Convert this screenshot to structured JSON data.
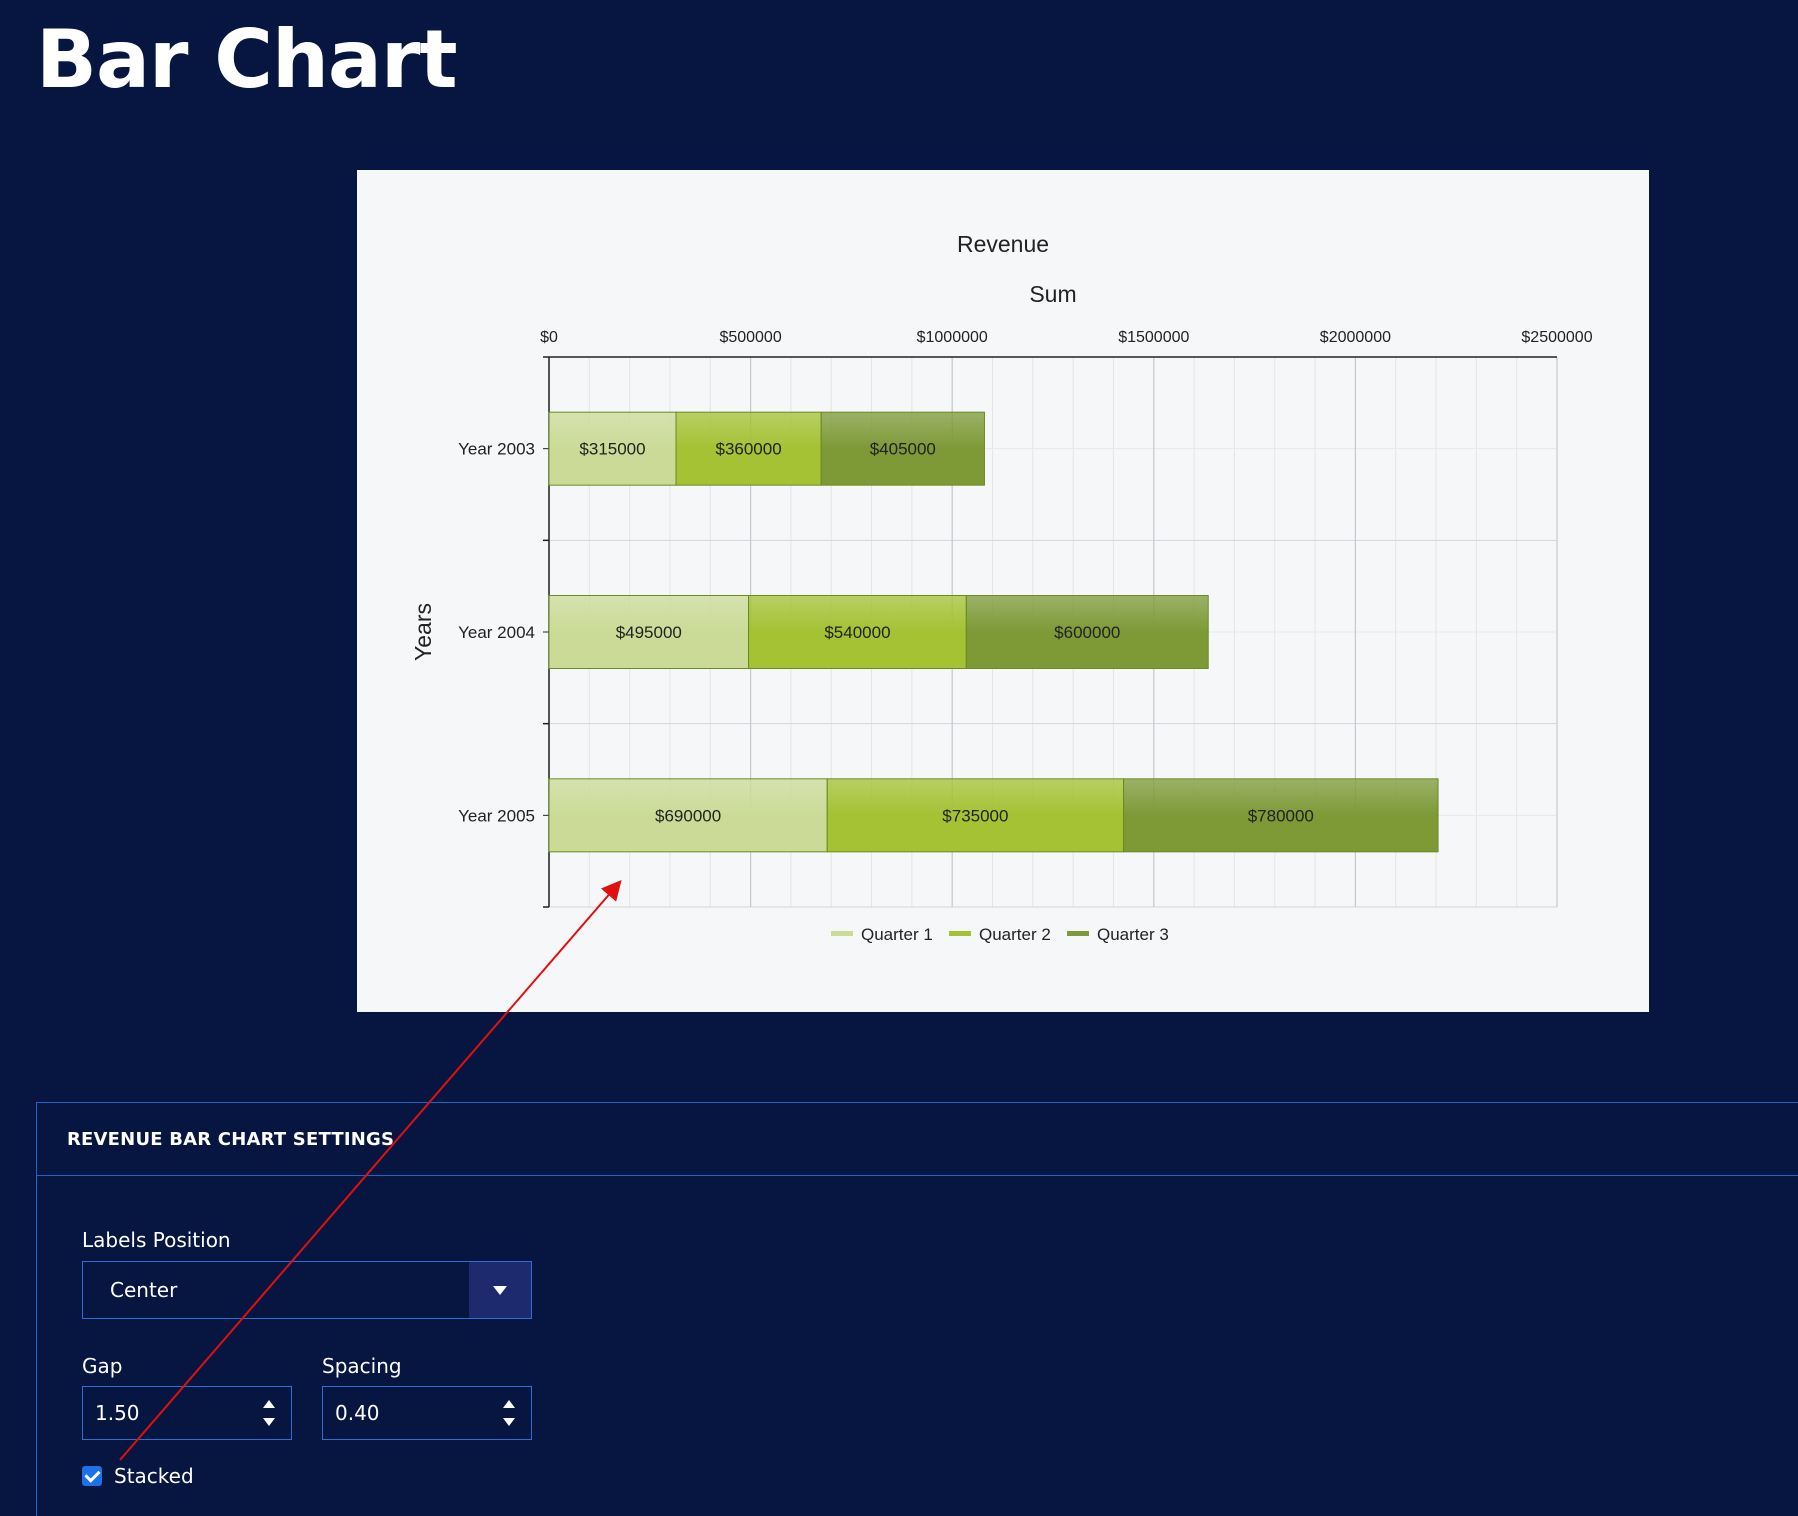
{
  "page": {
    "title": "Bar Chart"
  },
  "chart_data": {
    "type": "bar",
    "orientation": "horizontal",
    "stacked": true,
    "title": "Revenue",
    "xlabel": "Sum",
    "ylabel": "Years",
    "categories": [
      "Year 2003",
      "Year 2004",
      "Year 2005"
    ],
    "series": [
      {
        "name": "Quarter 1",
        "values": [
          315000,
          495000,
          690000
        ],
        "labels": [
          "$315000",
          "$495000",
          "$690000"
        ],
        "color": "#cbdb97"
      },
      {
        "name": "Quarter 2",
        "values": [
          360000,
          540000,
          735000
        ],
        "labels": [
          "$360000",
          "$540000",
          "$735000"
        ],
        "color": "#a4c233"
      },
      {
        "name": "Quarter 3",
        "values": [
          405000,
          600000,
          780000
        ],
        "labels": [
          "$405000",
          "$600000",
          "$780000"
        ],
        "color": "#7d9a37"
      }
    ],
    "xlim": [
      0,
      2500000
    ],
    "x_ticks": [
      0,
      500000,
      1000000,
      1500000,
      2000000,
      2500000
    ],
    "x_tick_labels": [
      "$0",
      "$500000",
      "$1000000",
      "$1500000",
      "$2000000",
      "$2500000"
    ],
    "x_axis_position": "top",
    "grid": true,
    "legend": "bottom"
  },
  "settings": {
    "header": "REVENUE BAR CHART SETTINGS",
    "labels_position": {
      "label": "Labels Position",
      "value": "Center"
    },
    "gap": {
      "label": "Gap",
      "value": "1.50"
    },
    "spacing": {
      "label": "Spacing",
      "value": "0.40"
    },
    "stacked": {
      "label": "Stacked",
      "checked": true
    }
  },
  "colors": {
    "background": "#071640",
    "accent": "#1e64c8",
    "annotation_arrow": "#e01010"
  }
}
